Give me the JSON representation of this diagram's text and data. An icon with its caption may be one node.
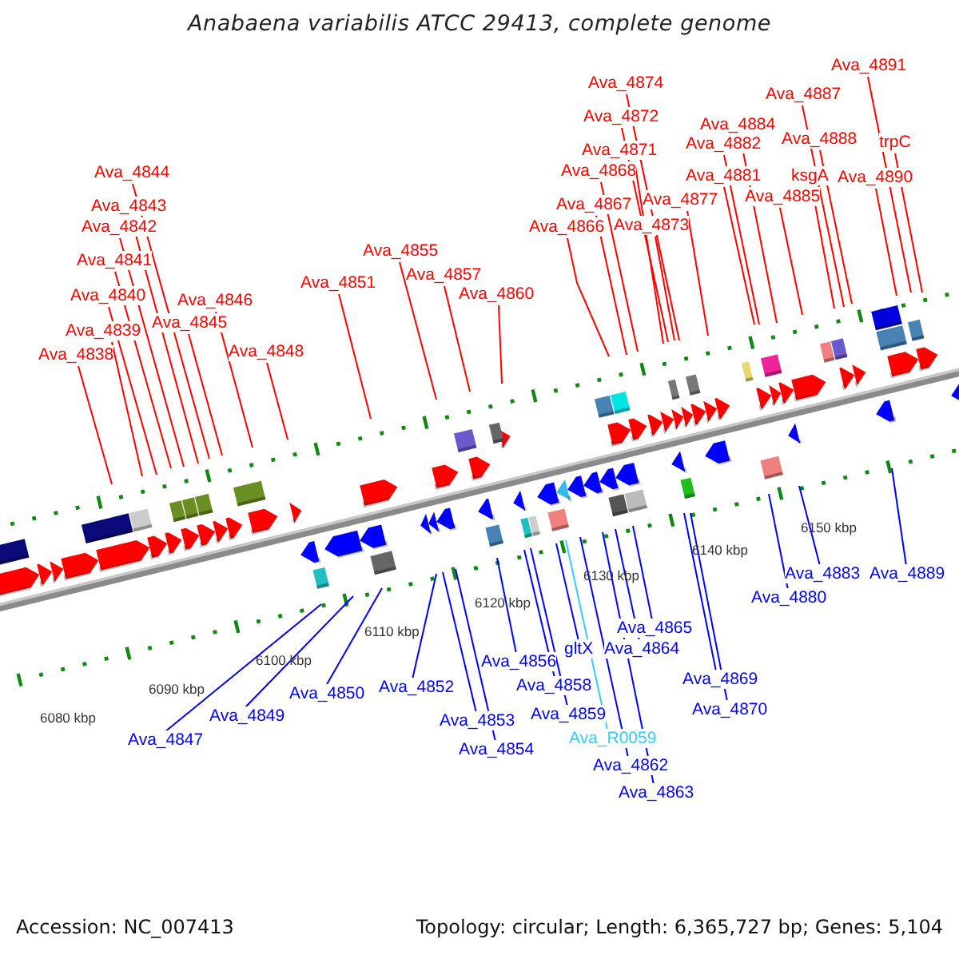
{
  "diagram": {
    "title": "Anabaena variabilis ATCC 29413, complete genome",
    "nodes": [
      {
        "text": [
          "Ava_4838"
        ]
      },
      {
        "text": [
          "Ava_4839"
        ]
      },
      {
        "text": [
          "Ava_4840"
        ]
      },
      {
        "text": [
          "Ava_4841"
        ]
      },
      {
        "text": [
          "Ava_4842"
        ]
      },
      {
        "text": [
          "Ava_4843"
        ]
      },
      {
        "text": [
          "Ava_4844"
        ]
      },
      {
        "text": [
          "Ava_4845"
        ]
      },
      {
        "text": [
          "Ava_4846"
        ]
      },
      {
        "text": [
          "Ava_4848"
        ]
      },
      {
        "text": [
          "Ava_4851"
        ]
      },
      {
        "text": [
          "Ava_4855"
        ]
      },
      {
        "text": [
          "Ava_4857"
        ]
      },
      {
        "text": [
          "Ava_4860"
        ]
      },
      {
        "text": [
          "Ava_4866"
        ]
      },
      {
        "text": [
          "Ava_4867"
        ]
      },
      {
        "text": [
          "Ava_4868"
        ]
      },
      {
        "text": [
          "Ava_4871"
        ]
      },
      {
        "text": [
          "Ava_4872"
        ]
      },
      {
        "text": [
          "Ava_4874"
        ]
      },
      {
        "text": [
          "Ava_4873"
        ]
      },
      {
        "text": [
          "Ava_4877"
        ]
      },
      {
        "text": [
          "Ava_4881"
        ]
      },
      {
        "text": [
          "Ava_4882"
        ]
      },
      {
        "text": [
          "Ava_4884"
        ]
      },
      {
        "text": [
          "Ava_4885"
        ]
      },
      {
        "text": [
          "ksgA"
        ]
      },
      {
        "text": [
          "Ava_4887"
        ]
      },
      {
        "text": [
          "Ava_4888"
        ]
      },
      {
        "text": [
          "Ava_4891"
        ]
      },
      {
        "text": [
          "trpC"
        ]
      },
      {
        "text": [
          "Ava_4890"
        ]
      },
      {
        "text": [
          "Ava_4847"
        ]
      },
      {
        "text": [
          "Ava_4849"
        ]
      },
      {
        "text": [
          "Ava_4850"
        ]
      },
      {
        "text": [
          "Ava_4852"
        ]
      },
      {
        "text": [
          "Ava_4853"
        ]
      },
      {
        "text": [
          "Ava_4854"
        ]
      },
      {
        "text": [
          "Ava_4856"
        ]
      },
      {
        "text": [
          "Ava_4858"
        ]
      },
      {
        "text": [
          "Ava_4859"
        ]
      },
      {
        "text": [
          "gltX"
        ]
      },
      {
        "text": [
          "Ava_R0059"
        ]
      },
      {
        "text": [
          "Ava_4862"
        ]
      },
      {
        "text": [
          "Ava_4863"
        ]
      },
      {
        "text": [
          "Ava_4864"
        ]
      },
      {
        "text": [
          "Ava_4865"
        ]
      },
      {
        "text": [
          "Ava_4869"
        ]
      },
      {
        "text": [
          "Ava_4870"
        ]
      },
      {
        "text": [
          "Ava_4880"
        ]
      },
      {
        "text": [
          "Ava_4883"
        ]
      },
      {
        "text": [
          "Ava_4889"
        ]
      }
    ],
    "edges": [
      {
        "from": 0,
        "to": null,
        "arrow": "none"
      },
      {
        "from": 1,
        "to": null,
        "arrow": "none"
      },
      {
        "from": 2,
        "to": null,
        "arrow": "none"
      },
      {
        "from": 3,
        "to": null,
        "arrow": "none"
      },
      {
        "from": 4,
        "to": null,
        "arrow": "none"
      },
      {
        "from": 5,
        "to": null,
        "arrow": "none"
      },
      {
        "from": 6,
        "to": null,
        "arrow": "none"
      },
      {
        "from": 7,
        "to": null,
        "arrow": "none"
      },
      {
        "from": 8,
        "to": null,
        "arrow": "none"
      },
      {
        "from": 9,
        "to": null,
        "arrow": "none"
      },
      {
        "from": 10,
        "to": null,
        "arrow": "none"
      },
      {
        "from": 11,
        "to": null,
        "arrow": "none"
      },
      {
        "from": 12,
        "to": null,
        "arrow": "none"
      },
      {
        "from": 13,
        "to": null,
        "arrow": "none"
      },
      {
        "from": 14,
        "to": null,
        "arrow": "none"
      },
      {
        "from": 15,
        "to": null,
        "arrow": "none"
      },
      {
        "from": 16,
        "to": null,
        "arrow": "none"
      },
      {
        "from": 17,
        "to": null,
        "arrow": "none"
      },
      {
        "from": 18,
        "to": null,
        "arrow": "none"
      },
      {
        "from": 19,
        "to": null,
        "arrow": "none"
      },
      {
        "from": 20,
        "to": null,
        "arrow": "none"
      },
      {
        "from": 21,
        "to": null,
        "arrow": "none"
      },
      {
        "from": 22,
        "to": null,
        "arrow": "none"
      },
      {
        "from": 23,
        "to": null,
        "arrow": "none"
      },
      {
        "from": 24,
        "to": null,
        "arrow": "none"
      },
      {
        "from": 25,
        "to": null,
        "arrow": "none"
      },
      {
        "from": 26,
        "to": null,
        "arrow": "none"
      },
      {
        "from": 27,
        "to": null,
        "arrow": "none"
      },
      {
        "from": 28,
        "to": null,
        "arrow": "none"
      },
      {
        "from": 29,
        "to": null,
        "arrow": "none"
      },
      {
        "from": 30,
        "to": null,
        "arrow": "none"
      },
      {
        "from": 31,
        "to": null,
        "arrow": "none"
      },
      {
        "from": 32,
        "to": null,
        "arrow": "none",
        "color": "#0000ff"
      },
      {
        "from": 33,
        "to": null,
        "arrow": "none",
        "color": "#0000ff"
      },
      {
        "from": 34,
        "to": null,
        "arrow": "none",
        "color": "#0000ff"
      },
      {
        "from": 35,
        "to": null,
        "arrow": "none",
        "color": "#0000ff"
      },
      {
        "from": 36,
        "to": null,
        "arrow": "none",
        "color": "#0000ff"
      },
      {
        "from": 37,
        "to": null,
        "arrow": "none",
        "color": "#0000ff"
      },
      {
        "from": 38,
        "to": null,
        "arrow": "none",
        "color": "#0000ff"
      },
      {
        "from": 39,
        "to": null,
        "arrow": "none",
        "color": "#0000ff"
      },
      {
        "from": 40,
        "to": null,
        "arrow": "none",
        "color": "#0000ff"
      },
      {
        "from": 41,
        "to": null,
        "arrow": "none",
        "color": "#0000ff"
      },
      {
        "from": 42,
        "to": null,
        "arrow": "none",
        "color": "#33ccff"
      },
      {
        "from": 43,
        "to": null,
        "arrow": "none",
        "color": "#0000ff"
      },
      {
        "from": 44,
        "to": null,
        "arrow": "none",
        "color": "#0000ff"
      },
      {
        "from": 45,
        "to": null,
        "arrow": "none",
        "color": "#0000ff"
      },
      {
        "from": 46,
        "to": null,
        "arrow": "none",
        "color": "#0000ff"
      },
      {
        "from": 47,
        "to": null,
        "arrow": "none",
        "color": "#0000ff"
      },
      {
        "from": 48,
        "to": null,
        "arrow": "none",
        "color": "#0000ff"
      },
      {
        "from": 49,
        "to": null,
        "arrow": "none",
        "color": "#0000ff"
      },
      {
        "from": 50,
        "to": null,
        "arrow": "none",
        "color": "#0000ff"
      },
      {
        "from": 51,
        "to": null,
        "arrow": "none",
        "color": "#0000ff"
      }
    ],
    "labels": [
      "6080 kbp",
      "6090 kbp",
      "6100 kbp",
      "6110 kbp",
      "6120 kbp",
      "6130 kbp",
      "6140 kbp",
      "6150 kbp",
      "Accession: NC_007413",
      "Topology: circular; Length: 6,365,727 bp; Genes: 5,104"
    ]
  }
}
